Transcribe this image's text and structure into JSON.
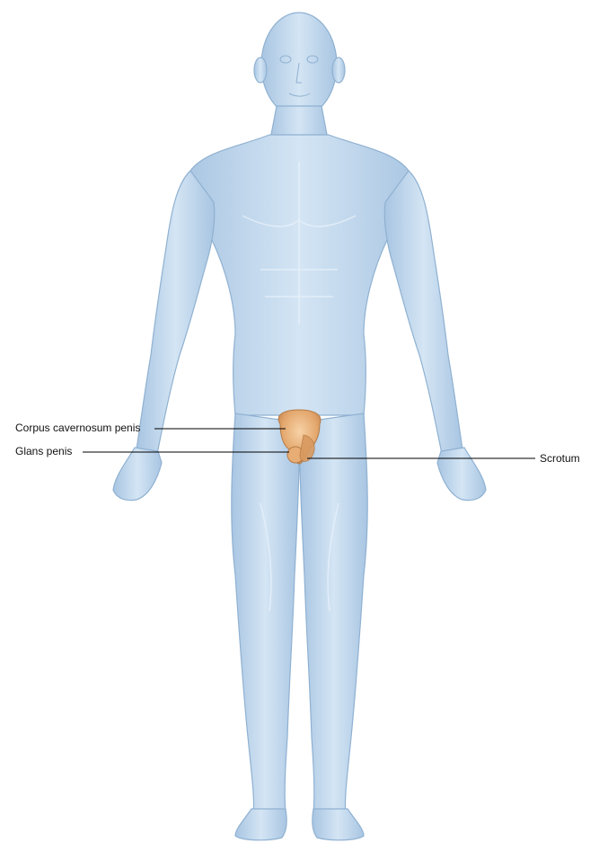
{
  "labels": {
    "corpus_cavernosum": "Corpus cavernosum penis",
    "glans_penis": "Glans penis",
    "scrotum": "Scrotum"
  },
  "colors": {
    "body": "#b9d3ea",
    "body_edge": "#8fb1d1",
    "organ": "#e9b27a",
    "organ_dark": "#c98a52",
    "leader_line": "#000000"
  }
}
